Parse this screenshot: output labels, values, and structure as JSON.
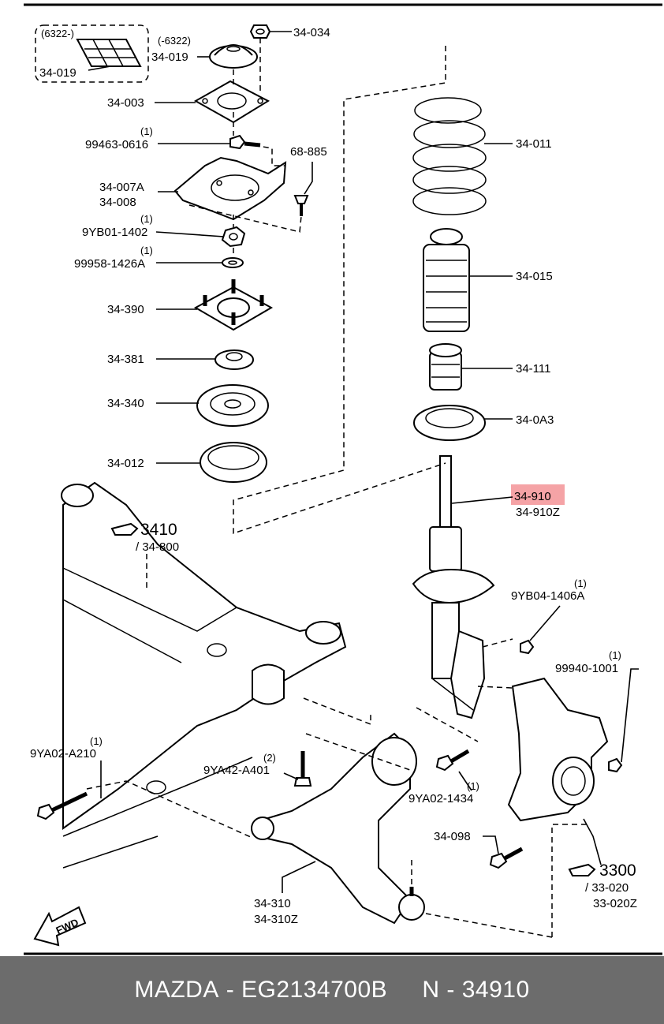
{
  "colors": {
    "highlight": "#f5a3a6",
    "footer_bg": "#6c6c6c",
    "footer_text": "#ffffff"
  },
  "labels": {
    "inset_qty": "(6322-)",
    "inset_part": "34-019",
    "l_34019_qty": "(-6322)",
    "l_34019": "34-019",
    "l_34034": "34-034",
    "l_34003": "34-003",
    "l_99463_qty": "(1)",
    "l_99463": "99463-0616",
    "l_68885": "68-885",
    "l_34007a": "34-007A",
    "l_34008": "34-008",
    "l_9yb01_qty": "(1)",
    "l_9yb01": "9YB01-1402",
    "l_99958_qty": "(1)",
    "l_99958": "99958-1426A",
    "l_34390": "34-390",
    "l_34381": "34-381",
    "l_34340": "34-340",
    "l_34012": "34-012",
    "l_34011": "34-011",
    "l_34015": "34-015",
    "l_34111": "34-111",
    "l_340a3": "34-0A3",
    "l_34910": "34-910",
    "l_34910z": "34-910Z",
    "ref_3410": "3410",
    "ref_34800": "/ 34-800",
    "l_9yb04_qty": "(1)",
    "l_9yb04": "9YB04-1406A",
    "l_99940_qty": "(1)",
    "l_99940": "99940-1001",
    "l_9ya02a_qty": "(1)",
    "l_9ya02a": "9YA02-A210",
    "l_9ya42_qty": "(2)",
    "l_9ya42": "9YA42-A401",
    "l_9ya02b_qty": "(1)",
    "l_9ya02b": "9YA02-1434",
    "l_34098": "34-098",
    "ref_3300": "3300",
    "ref_33020": "/ 33-020",
    "ref_33020z": "33-020Z",
    "l_34310": "34-310",
    "l_34310z": "34-310Z",
    "fwd": "FWD"
  },
  "footer": {
    "brand": "MAZDA",
    "sep1": " - ",
    "part_number": "EG2134700B",
    "gap": "     ",
    "ref": "N - 34910"
  }
}
